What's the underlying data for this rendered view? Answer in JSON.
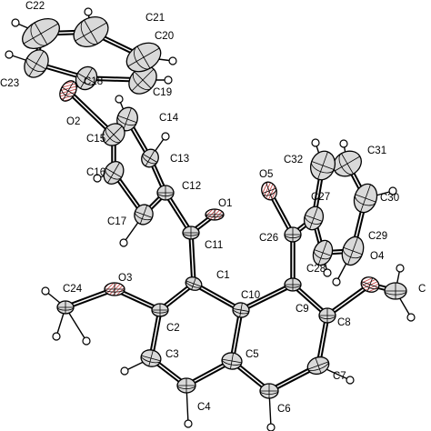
{
  "colors": {
    "carbon_fill": "#d9d9d9",
    "oxygen_fill": "#ffffff",
    "oxygen_hatch": "#c03030",
    "bond": "#000000",
    "hydrogen_fill": "#ffffff"
  },
  "atoms": [
    {
      "id": "C1",
      "label": "C1",
      "el": "C"
    },
    {
      "id": "C2",
      "label": "C2",
      "el": "C"
    },
    {
      "id": "C3",
      "label": "C3",
      "el": "C"
    },
    {
      "id": "C4",
      "label": "C4",
      "el": "C"
    },
    {
      "id": "C5",
      "label": "C5",
      "el": "C"
    },
    {
      "id": "C6",
      "label": "C6",
      "el": "C"
    },
    {
      "id": "C7",
      "label": "C7",
      "el": "C"
    },
    {
      "id": "C8",
      "label": "C8",
      "el": "C"
    },
    {
      "id": "C9",
      "label": "C9",
      "el": "C"
    },
    {
      "id": "C10",
      "label": "C10",
      "el": "C"
    },
    {
      "id": "C11",
      "label": "C11",
      "el": "C"
    },
    {
      "id": "C12",
      "label": "C12",
      "el": "C"
    },
    {
      "id": "C13",
      "label": "C13",
      "el": "C"
    },
    {
      "id": "C14",
      "label": "C14",
      "el": "C"
    },
    {
      "id": "C15",
      "label": "C15",
      "el": "C"
    },
    {
      "id": "C16",
      "label": "C16",
      "el": "C"
    },
    {
      "id": "C17",
      "label": "C17",
      "el": "C"
    },
    {
      "id": "C18",
      "label": "C18",
      "el": "C"
    },
    {
      "id": "C19",
      "label": "C19",
      "el": "C"
    },
    {
      "id": "C20",
      "label": "C20",
      "el": "C"
    },
    {
      "id": "C21",
      "label": "C21",
      "el": "C"
    },
    {
      "id": "C22",
      "label": "C22",
      "el": "C"
    },
    {
      "id": "C23",
      "label": "C23",
      "el": "C"
    },
    {
      "id": "C24",
      "label": "C24",
      "el": "C"
    },
    {
      "id": "C25",
      "label": "C",
      "el": "C"
    },
    {
      "id": "C26",
      "label": "C26",
      "el": "C"
    },
    {
      "id": "C27",
      "label": "C27",
      "el": "C"
    },
    {
      "id": "C28",
      "label": "C28",
      "el": "C"
    },
    {
      "id": "C29",
      "label": "C29",
      "el": "C"
    },
    {
      "id": "C30",
      "label": "C30",
      "el": "C"
    },
    {
      "id": "C31",
      "label": "C31",
      "el": "C"
    },
    {
      "id": "C32",
      "label": "C32",
      "el": "C"
    },
    {
      "id": "O1",
      "label": "O1",
      "el": "O"
    },
    {
      "id": "O2",
      "label": "O2",
      "el": "O"
    },
    {
      "id": "O3",
      "label": "O3",
      "el": "O"
    },
    {
      "id": "O4",
      "label": "O4",
      "el": "O"
    },
    {
      "id": "O5",
      "label": "O5",
      "el": "O"
    }
  ]
}
